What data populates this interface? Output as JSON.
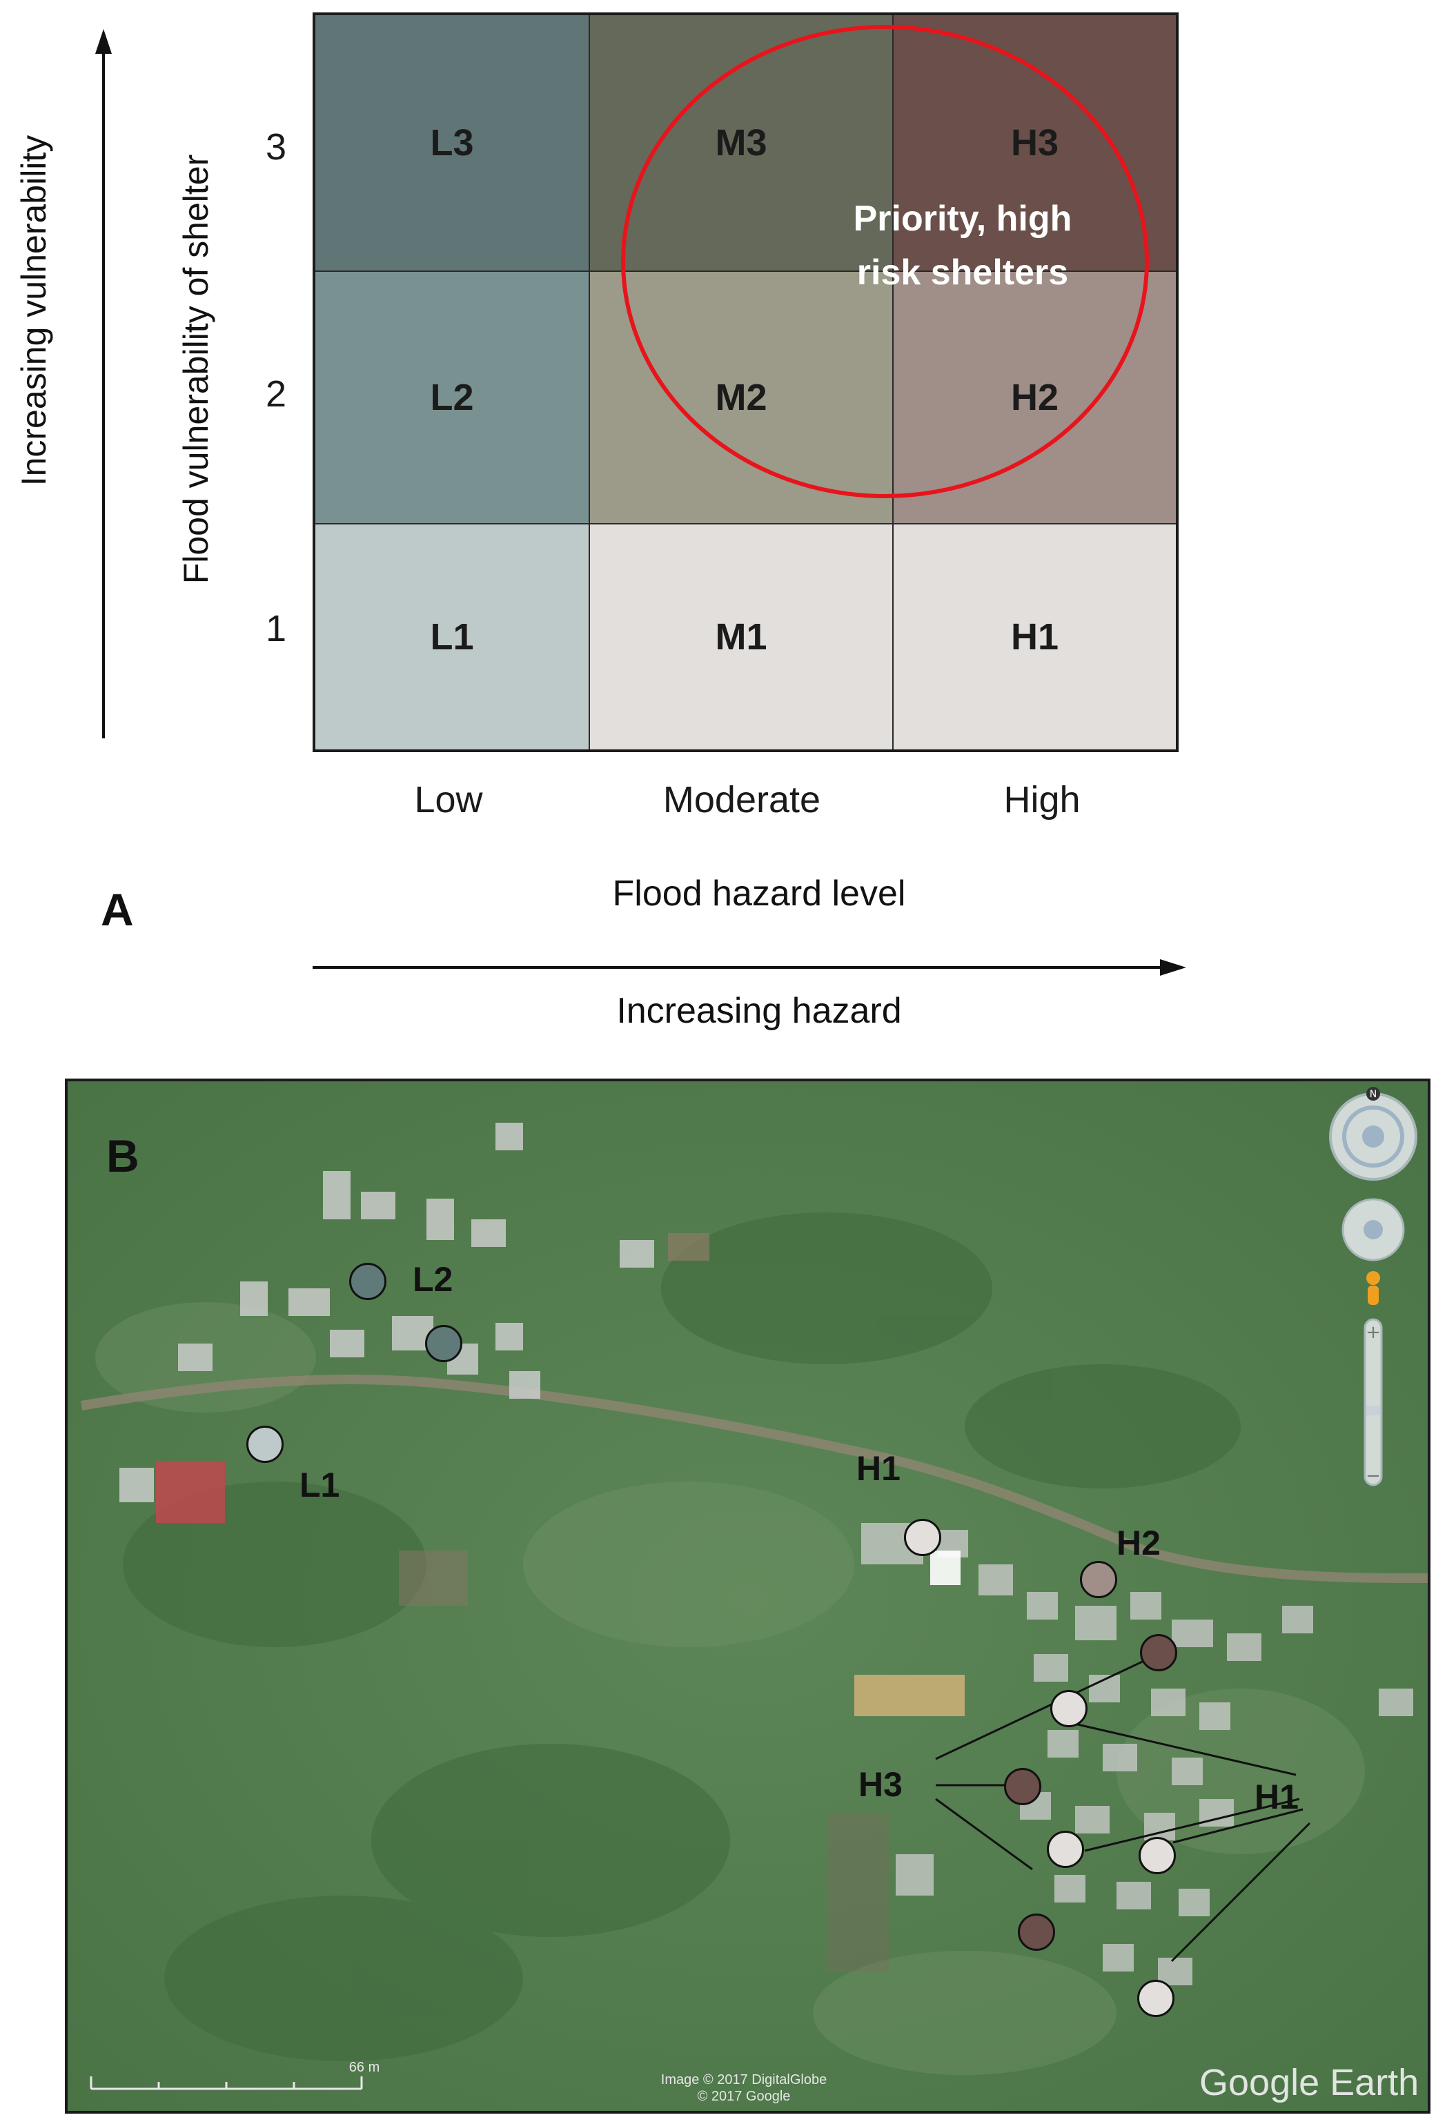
{
  "panel_a": {
    "label": "A",
    "y_axis_title": "Flood vulnerability of shelter",
    "y_arrow_label": "Increasing vulnerability",
    "x_axis_title": "Flood hazard level",
    "x_arrow_label": "Increasing hazard",
    "row_labels": [
      "3",
      "2",
      "1"
    ],
    "col_labels": [
      "Low",
      "Moderate",
      "High"
    ],
    "cells": [
      [
        "L3",
        "M3",
        "H3"
      ],
      [
        "L2",
        "M2",
        "H2"
      ],
      [
        "L1",
        "M1",
        "H1"
      ]
    ],
    "cell_colors": [
      [
        "#607575",
        "#65695a",
        "#6b4f4a"
      ],
      [
        "#7a9191",
        "#9c9a88",
        "#a08e89"
      ],
      [
        "#bec9c9",
        "#e2dfdc",
        "#e2dfdc"
      ]
    ],
    "priority_label_line1": "Priority, high",
    "priority_label_line2": "risk shelters",
    "priority_color": "#e8141c"
  },
  "panel_b": {
    "label": "B",
    "marker_colors": {
      "L1": "#bec9c9",
      "L2": "#607a7a",
      "H1": "#e2dfdc",
      "H2": "#a08e89",
      "H3": "#6b4f4a"
    },
    "labels": {
      "l2": "L2",
      "l1": "L1",
      "h1_top": "H1",
      "h2": "H2",
      "h3": "H3",
      "h1_right": "H1"
    },
    "scale_text": "66 m",
    "credit_line1": "Image © 2017 DigitalGlobe",
    "credit_line2": "© 2017 Google",
    "watermark": "Google Earth",
    "compass_letter": "N"
  }
}
